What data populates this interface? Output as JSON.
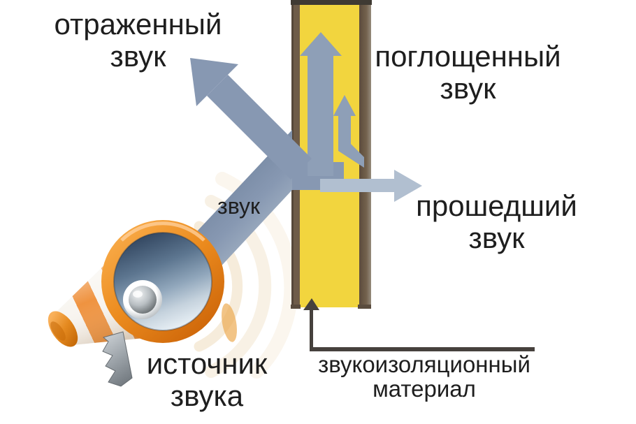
{
  "diagram": {
    "title_hint": "sound insulation scheme",
    "labels": {
      "reflected": {
        "line1": "отраженный",
        "line2": "звук"
      },
      "absorbed": {
        "line1": "поглощенный",
        "line2": "звук"
      },
      "transmitted": {
        "line1": "прошедший",
        "line2": "звук"
      },
      "beam": "звук",
      "source": {
        "line1": "источник",
        "line2": "звука"
      },
      "material": {
        "line1": "звукоизоляционный",
        "line2": "материал"
      }
    },
    "colors": {
      "background": "#ffffff",
      "text": "#1e1e1e",
      "wall_fill": "#f2d53e",
      "wall_frame_left": "#6e5c49",
      "wall_frame_right": "#6b5947",
      "wall_top_cap": "#3f3a33",
      "beam_arrow": "#8798b2",
      "inwall_arrow": "#8e9fb7",
      "transmitted_arrow": "#b1bfd0",
      "callout_line": "#46413d",
      "megaphone_orange": "#ec8c1f",
      "sound_wave_tint": "#f5ead7"
    }
  }
}
